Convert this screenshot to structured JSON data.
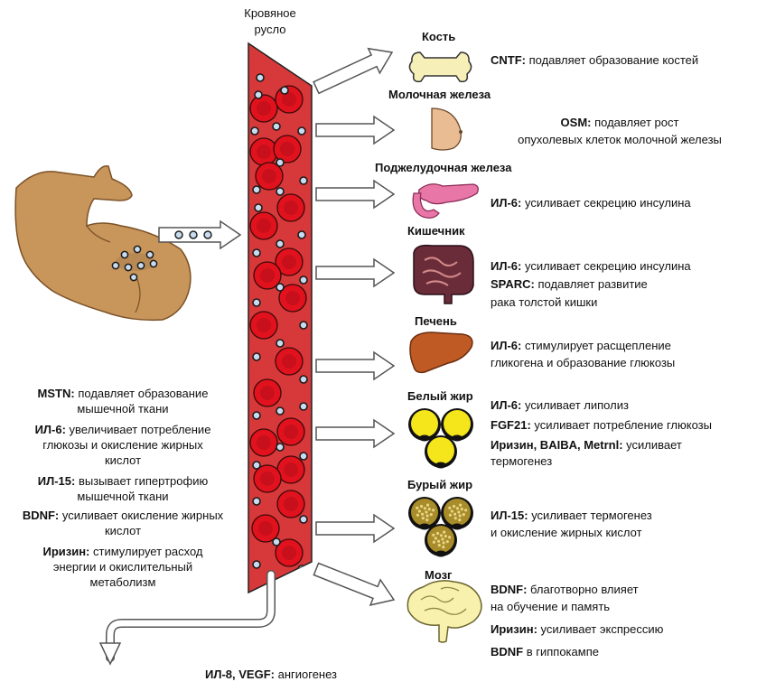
{
  "colors": {
    "vessel": "#d7393a",
    "cell": "#e1121d",
    "cell_dark": "#a8101a",
    "dot_fill": "#c9dcef",
    "skin": "#c8955b",
    "skin_dark": "#8e6232",
    "bone": "#f6f0b8",
    "breast": "#e9bc94",
    "pancreas": "#e877a8",
    "intestine": "#6a2c39",
    "liver": "#bf5a24",
    "white_fat": "#f5e61b",
    "brown_fat": "#a98c2a",
    "brain": "#f7f1ad"
  },
  "vessel": {
    "label_line1": "Кровяное",
    "label_line2": "русло"
  },
  "organs": {
    "bone": {
      "title": "Кость",
      "icon": "bone-icon"
    },
    "breast": {
      "title": "Молочная железа",
      "icon": "breast-icon"
    },
    "pancreas": {
      "title": "Поджелудочная железа",
      "icon": "pancreas-icon"
    },
    "intestine": {
      "title": "Кишечник",
      "icon": "intestine-icon"
    },
    "liver": {
      "title": "Печень",
      "icon": "liver-icon"
    },
    "white_fat": {
      "title": "Белый жир",
      "icon": "white-fat-icon"
    },
    "brown_fat": {
      "title": "Бурый жир",
      "icon": "brown-fat-icon"
    },
    "brain": {
      "title": "Мозг",
      "icon": "brain-icon"
    }
  },
  "effects": {
    "bone": [
      {
        "key": "CNTF:",
        "text": " подавляет образование костей"
      }
    ],
    "breast": [
      {
        "key": "OSM:",
        "text": " подавляет рост"
      },
      {
        "key": "",
        "text": "опухолевых клеток молочной железы"
      }
    ],
    "pancreas": [
      {
        "key": "ИЛ-6:",
        "text": " усиливает секрецию инсулина"
      }
    ],
    "intestine": [
      {
        "key": "ИЛ-6:",
        "text": " усиливает секрецию инсулина"
      },
      {
        "key": "SPARC:",
        "text": " подавляет развитие"
      },
      {
        "key": "",
        "text": " рака толстой   кишки"
      }
    ],
    "liver": [
      {
        "key": "ИЛ-6:",
        "text": " стимулирует расщепление"
      },
      {
        "key": "",
        "text": "гликогена и образование глюкозы"
      }
    ],
    "white_fat": [
      {
        "key": "ИЛ-6:",
        "text": " усиливает липолиз"
      },
      {
        "key": "FGF21:",
        "text": " усиливает потребление глюкозы"
      },
      {
        "key": "Иризин, BAIBA, Metrnl:",
        "text": " усиливает"
      },
      {
        "key": "",
        "text": "термогенез"
      }
    ],
    "brown_fat": [
      {
        "key": "ИЛ-15:",
        "text": " усиливает термогенез"
      },
      {
        "key": "",
        "text": "и окисление жирных кислот"
      }
    ],
    "brain": [
      {
        "key": "BDNF:",
        "text": " благотворно влияет"
      },
      {
        "key": "",
        "text": "на обучение и память"
      },
      {
        "key": "Иризин:",
        "text": " усиливает экспрессию"
      },
      {
        "key": "BDNF",
        "text": " в гиппокампе"
      }
    ]
  },
  "muscle": {
    "icon": "flexed-arm-icon",
    "effects": [
      {
        "key": "MSTN:",
        "text": " подавляет образование"
      },
      {
        "key": "",
        "text": "мышечной ткани"
      },
      {
        "key": "ИЛ-6:",
        "text": " увеличивает потребление"
      },
      {
        "key": "",
        "text": "глюкозы и окисление жирных"
      },
      {
        "key": "",
        "text": "кислот"
      },
      {
        "key": "ИЛ-15:",
        "text": " вызывает гипертрофию"
      },
      {
        "key": "",
        "text": "мышечной ткани"
      },
      {
        "key": "BDNF:",
        "text": " усиливает окисление жирных"
      },
      {
        "key": "",
        "text": "кислот"
      },
      {
        "key": "Иризин:",
        "text": " стимулирует расход"
      },
      {
        "key": "",
        "text": "энергии и окислительный"
      },
      {
        "key": "",
        "text": "метаболизм"
      }
    ]
  },
  "angiogenesis": {
    "key": "ИЛ-8, VEGF:",
    "text": " ангиогенез"
  }
}
